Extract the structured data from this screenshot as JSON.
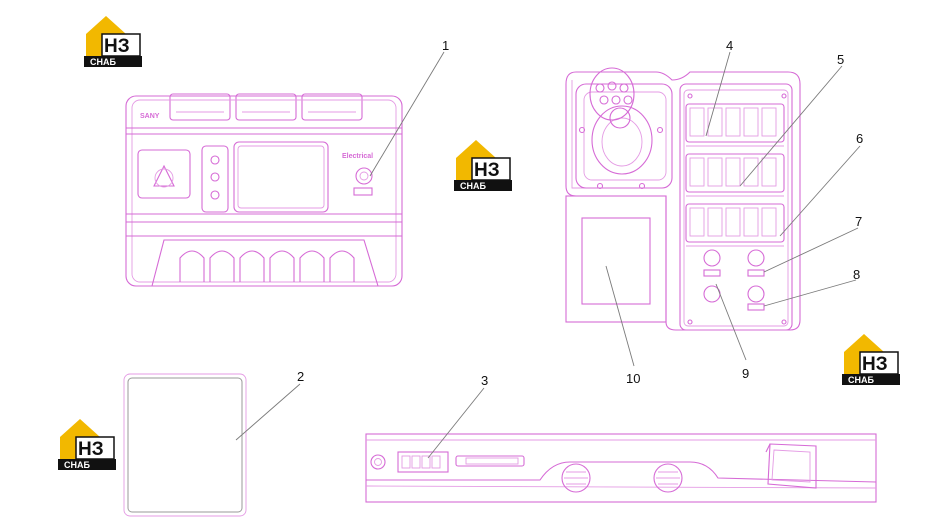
{
  "logo": {
    "mark": "НЗ",
    "word": "СНАБ",
    "colors": {
      "roof": "#f2b800",
      "band": "#111111"
    }
  },
  "controller": {
    "brand": "SANY",
    "model": "Electrical"
  },
  "callouts": [
    "1",
    "2",
    "3",
    "4",
    "5",
    "6",
    "7",
    "8",
    "9",
    "10"
  ],
  "colors": {
    "line_art": "#d66bd6",
    "leader": "#7a7a7a",
    "text": "#111111"
  }
}
